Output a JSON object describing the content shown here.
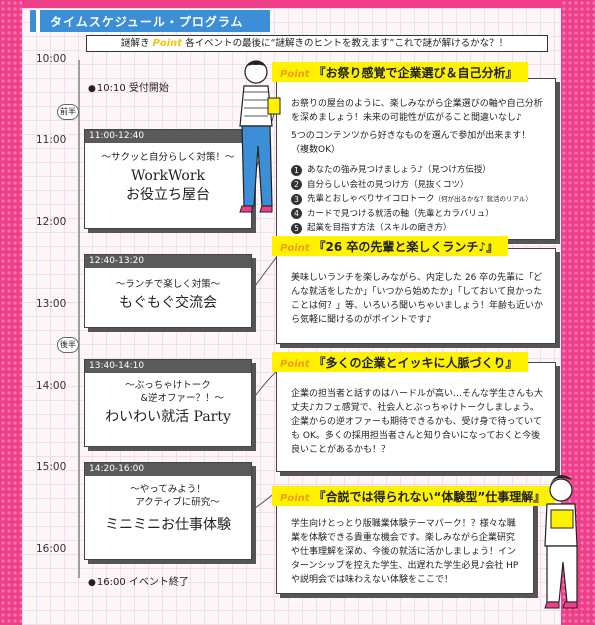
{
  "header": {
    "title": "タイムスケジュール・プログラム"
  },
  "hint": {
    "prefix": "謎解き",
    "point": "Point",
    "text": "各イベントの最後に“謎解きのヒントを教えます”これで謎が解けるかな？！"
  },
  "times": [
    "10:00",
    "11:00",
    "12:00",
    "13:00",
    "14:00",
    "15:00",
    "16:00"
  ],
  "session_labels": {
    "am": "前半",
    "pm": "後半"
  },
  "milestones": {
    "reception": "10:10 受付開始",
    "end": "16:00 イベント終了"
  },
  "sessions": [
    {
      "time": "11:00-12:40",
      "sub": "～サクッと自分らしく対策！～",
      "title": "WorkWork\nお役立ち屋台"
    },
    {
      "time": "12:40-13:20",
      "sub": "～ランチで楽しく対策～",
      "title": "もぐもぐ交流会"
    },
    {
      "time": "13:40-14:10",
      "sub": "～ぶっちゃけトーク\n　　　&逆オファー？！～",
      "title": "わいわい就活 Party"
    },
    {
      "time": "14:20-16:00",
      "sub": "～やってみよう！\n　　アクティブに研究～",
      "title": "ミニミニお仕事体験"
    }
  ],
  "points": [
    {
      "label": "Point",
      "heading": "『お祭り感覚で企業選び＆自己分析』",
      "body": "お祭りの屋台のように、楽しみながら企業選びの軸や自己分析を深めましょう！未来の可能性が広がること間違いなし♪",
      "list_intro": "5つのコンテンツから好きなものを選んで参加が出来ます！（複数OK）",
      "list": [
        {
          "num": "1",
          "text": "あなたの強み見つけましょう♪（見つけ方伝授）",
          "note": ""
        },
        {
          "num": "2",
          "text": "自分らしい会社の見つけ方（見抜くコツ）",
          "note": ""
        },
        {
          "num": "3",
          "text": "先輩とおしゃべりサイコロトーク",
          "note": "（何が出るかな？就活のリアル）"
        },
        {
          "num": "4",
          "text": "カードで見つける就活の軸（先輩とカラバリュ）",
          "note": ""
        },
        {
          "num": "5",
          "text": "起業を目指す方法（スキルの磨き方）",
          "note": ""
        }
      ]
    },
    {
      "label": "Point",
      "heading": "『26 卒の先輩と楽しくランチ♪』",
      "body": "美味しいランチを楽しみながら、内定した 26 卒の先輩に「どんな就活をしたか」「いつから始めたか」「しておいて良かったことは何？」等、いろいろ聞いちゃいましょう！年齢も近いから気軽に聞けるのがポイントです♪"
    },
    {
      "label": "Point",
      "heading": "『多くの企業とイッキに人脈づくり』",
      "body": "企業の担当者と話すのはハードルが高い…そんな学生さんも大丈夫♪カフェ感覚で、社会人とぶっちゃけトークしましょう。企業からの逆オファーも期待できるかも、受け身で待っていても OK。多くの採用担当者さんと知り合いになっておくと今後良いことがあるかも！？"
    },
    {
      "label": "Point",
      "heading": "『合説では得られない“体験型”仕事理解』",
      "body": "学生向けとっとり版職業体験テーマパーク！？様々な職業を体験できる貴重な機会です。楽しみながら企業研究や仕事理解を深め、今後の就活に活かしましょう！インターンシップを控えた学生、出遅れた学生必見♪会社 HP や説明会では味わえない体験をここで！"
    }
  ],
  "colors": {
    "pink": "#ef3f8a",
    "blue": "#3c8fd6",
    "yellow": "#fff200"
  }
}
